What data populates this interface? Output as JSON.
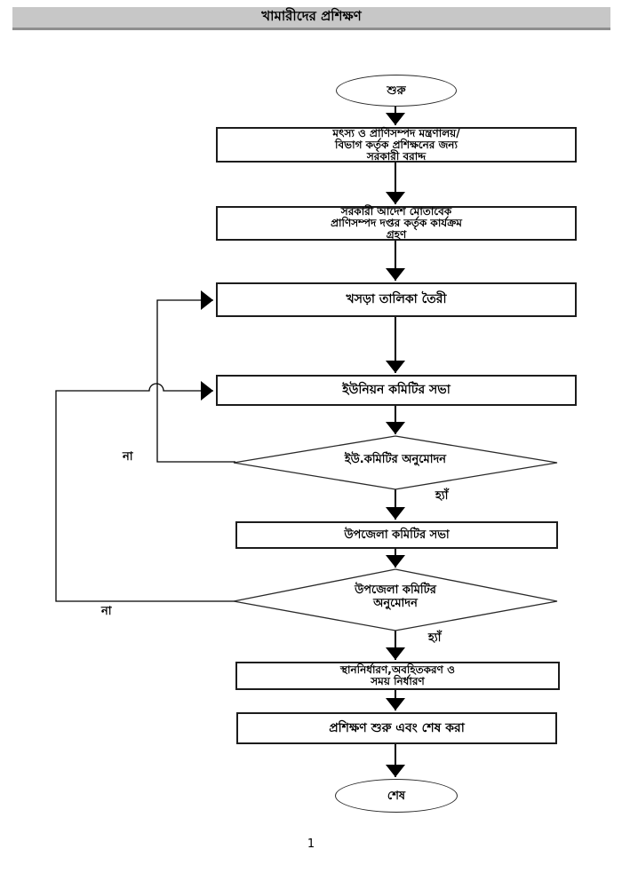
{
  "header": {
    "title": "খামারীদের প্রশিক্ষণ"
  },
  "flowchart": {
    "start_label": "শুরু",
    "end_label": "শেষ",
    "steps": [
      {
        "name": "govt-allocation",
        "lines": [
          "মৎস্য ও প্রাণিসম্পদ মন্ত্রণালয়/",
          "বিভাগ কর্তৃক প্রশিক্ষনের জন্য",
          "সরকারী বরাদ্দ"
        ]
      },
      {
        "name": "dept-action",
        "lines": [
          "সরকারী আদেশ মোতাবেক",
          "প্রাণিসম্পদ দপ্তর কর্তৃক কার্যক্রম",
          "গ্রহণ"
        ]
      },
      {
        "name": "draft-list",
        "lines": [
          "খসড়া তালিকা  তৈরী"
        ]
      },
      {
        "name": "union-committee-meeting",
        "lines": [
          "ইউনিয়ন কমিটির সভা"
        ]
      },
      {
        "name": "upazila-committee-meeting",
        "lines": [
          "উপজেলা কমিটির সভা"
        ]
      },
      {
        "name": "venue-time",
        "lines": [
          "স্থাননির্ধারণ,অবহিতকরণ ও",
          "সময় নির্ধারণ"
        ]
      },
      {
        "name": "training-start-end",
        "lines": [
          "প্রশিক্ষণ শুরু এবং শেষ করা"
        ]
      }
    ],
    "decisions": [
      {
        "name": "union-committee-approval",
        "lines": [
          "ইউ.কমিটির অনুমোদন"
        ]
      },
      {
        "name": "upazila-committee-approval",
        "lines": [
          "উপজেলা কমিটির",
          "অনুমোদন"
        ]
      }
    ],
    "labels": {
      "yes": "হ্যাঁ",
      "no": "না"
    }
  },
  "footer": {
    "page_number": "1"
  }
}
